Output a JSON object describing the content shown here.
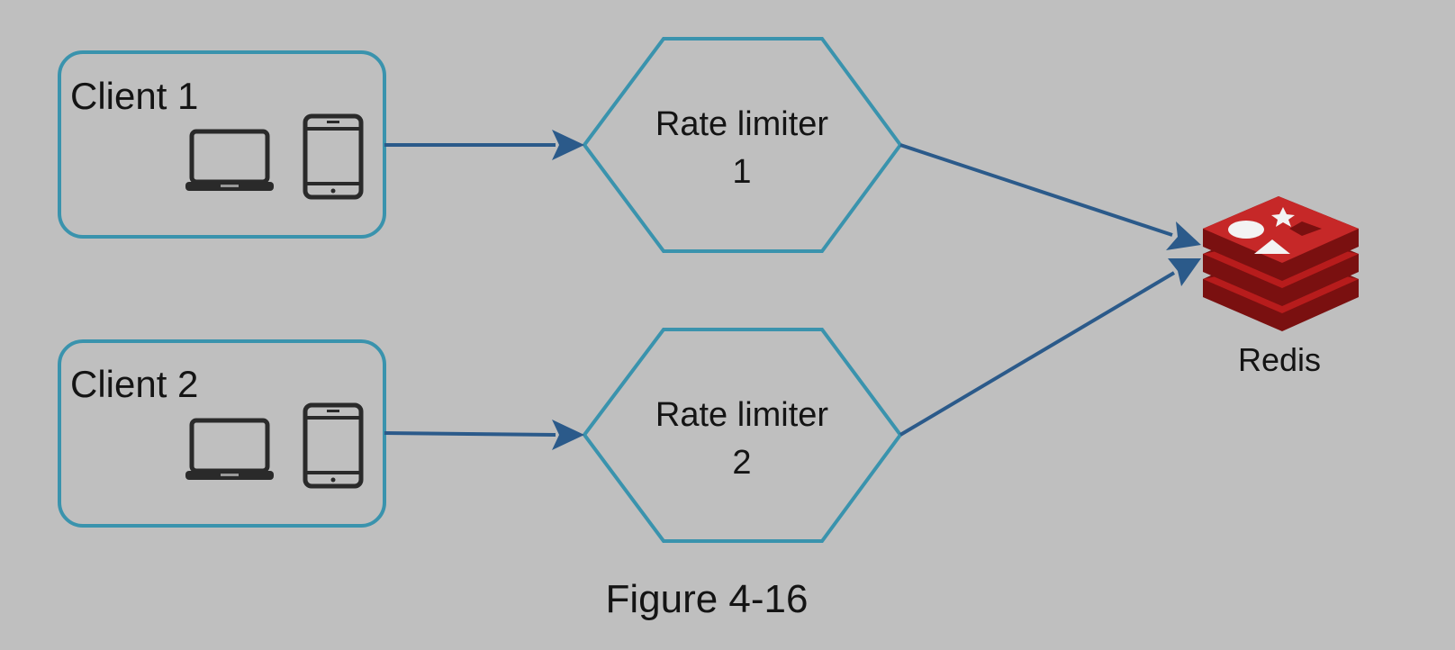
{
  "colors": {
    "background": "#bfbfbf",
    "box_stroke": "#3a93ad",
    "arrow": "#2b5a8a",
    "redis_red": "#b71c1c",
    "redis_dark": "#7a1010",
    "device": "#2a2a2a"
  },
  "clients": [
    {
      "label": "Client 1",
      "devices": [
        "laptop-icon",
        "phone-icon"
      ]
    },
    {
      "label": "Client 2",
      "devices": [
        "laptop-icon",
        "phone-icon"
      ]
    }
  ],
  "rate_limiters": [
    {
      "line1": "Rate limiter",
      "line2": "1"
    },
    {
      "line1": "Rate limiter",
      "line2": "2"
    }
  ],
  "store": {
    "label": "Redis",
    "icon": "redis-icon"
  },
  "caption": "Figure 4-16"
}
